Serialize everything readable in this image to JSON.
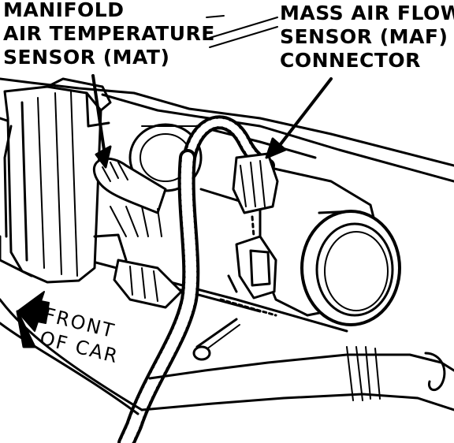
{
  "callouts": {
    "mat": {
      "lines": [
        "MANIFOLD",
        "AIR TEMPERATURE",
        "SENSOR (MAT)"
      ]
    },
    "maf": {
      "lines": [
        "MASS AIR FLOW",
        "SENSOR (MAF)",
        "CONNECTOR"
      ]
    },
    "front": {
      "lines": [
        "FRONT",
        "OF CAR"
      ]
    }
  },
  "colors": {
    "ink": "#000000",
    "paper": "#ffffff"
  }
}
